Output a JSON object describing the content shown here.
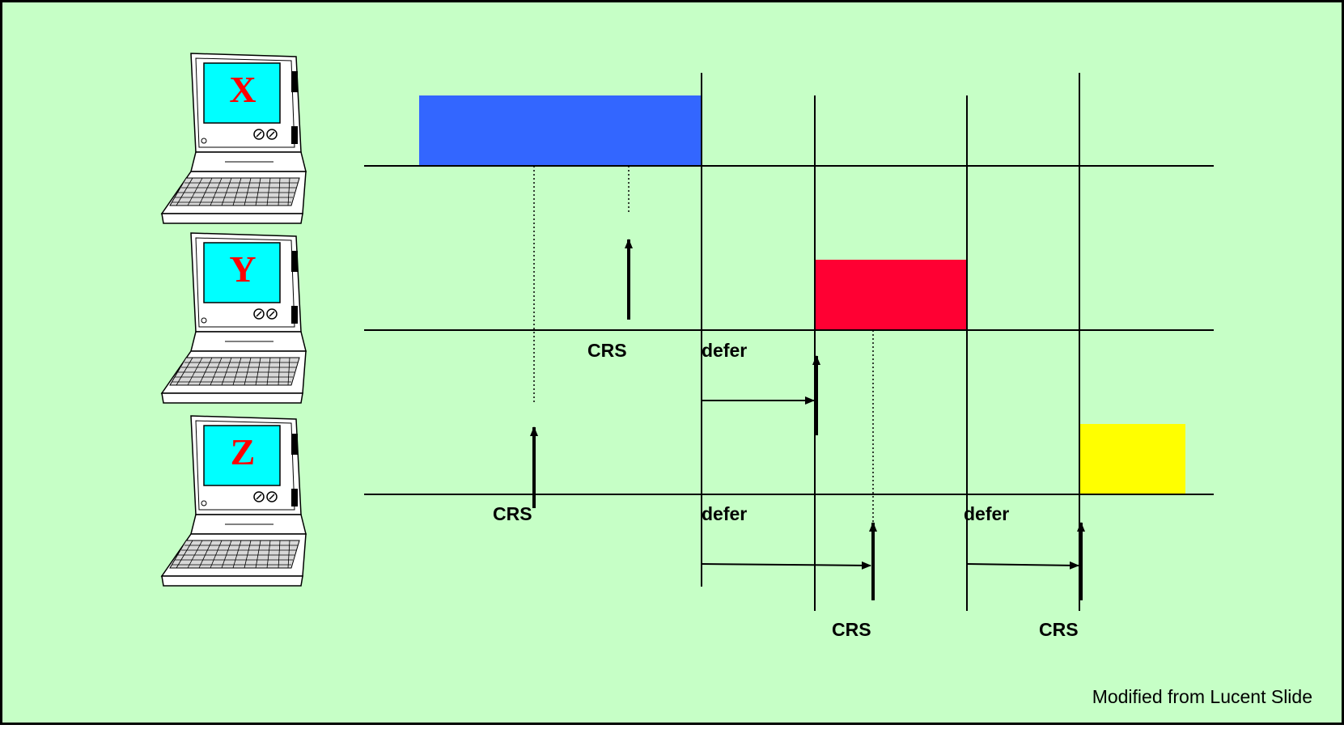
{
  "colors": {
    "background": "#c6ffc6",
    "border": "#000000",
    "x_frame": "#3366ff",
    "y_frame": "#ff0033",
    "z_frame": "#ffff00",
    "screen": "#00ffff",
    "station_letter": "#ff0000"
  },
  "stations": [
    {
      "letter": "X",
      "icon": "laptop-icon"
    },
    {
      "letter": "Y",
      "icon": "laptop-icon"
    },
    {
      "letter": "Z",
      "icon": "laptop-icon"
    }
  ],
  "labels": {
    "crs_y": "CRS",
    "defer_y": "defer",
    "crs_z": "CRS",
    "defer_z_1": "defer",
    "defer_z_2": "defer",
    "crs_after_y": "CRS",
    "crs_after_z": "CRS"
  },
  "footer": {
    "credit": "Modified from Lucent Slide"
  }
}
